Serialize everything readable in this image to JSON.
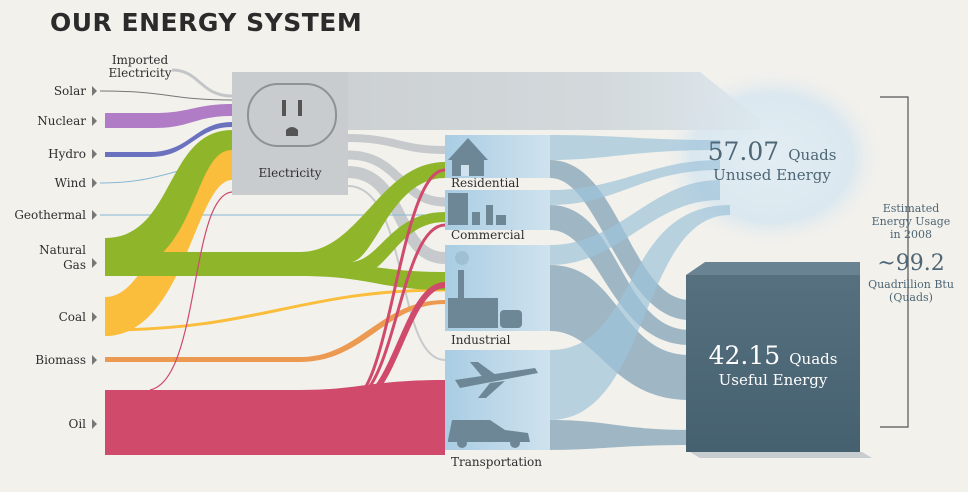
{
  "title": "OUR ENERGY SYSTEM",
  "imported": {
    "line1": "Imported",
    "line2": "Electricity"
  },
  "sources": {
    "solar": "Solar",
    "nuclear": "Nuclear",
    "hydro": "Hydro",
    "wind": "Wind",
    "geothermal": "Geothermal",
    "natural_gas_1": "Natural",
    "natural_gas_2": "Gas",
    "coal": "Coal",
    "biomass": "Biomass",
    "oil": "Oil"
  },
  "electricity_label": "Electricity",
  "sectors": {
    "residential": "Residential",
    "commercial": "Commercial",
    "industrial": "Industrial",
    "transportation": "Transportation"
  },
  "unused": {
    "value": "57.07",
    "unit": "Quads",
    "label": "Unused Energy"
  },
  "useful": {
    "value": "42.15",
    "unit": "Quads",
    "label": "Useful Energy"
  },
  "estimate": {
    "line1": "Estimated",
    "line2": "Energy Usage",
    "line3": "in 2008",
    "value": "~99.2",
    "line4": "Quadrillion Btu",
    "line5": "(Quads)"
  },
  "colors": {
    "nuclear": "#b07cc6",
    "hydro": "#6a72c0",
    "natural_gas": "#8fb62a",
    "coal": "#fbbd3c",
    "biomass": "#ec9a52",
    "oil": "#d04a6c",
    "electricity": "#c4c9cd",
    "sector": "#b7d6e8",
    "useful": "#4d6474"
  }
}
